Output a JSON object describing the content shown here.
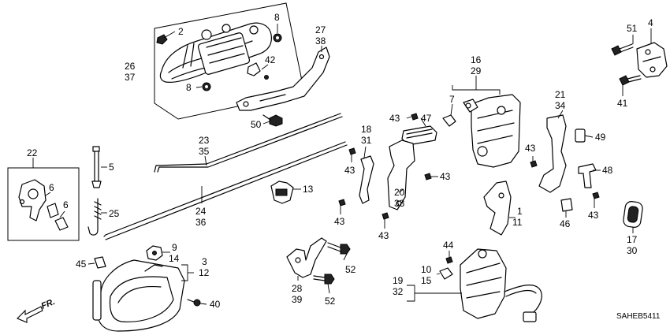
{
  "labels": {
    "n2": "2",
    "n8a": "8",
    "n8b": "8",
    "n42": "42",
    "n26": "26",
    "n37": "37",
    "n27": "27",
    "n38": "38",
    "n50": "50",
    "n51": "51",
    "n4": "4",
    "n41": "41",
    "n16": "16",
    "n29": "29",
    "n7": "7",
    "n43a": "43",
    "n47": "47",
    "n18": "18",
    "n31": "31",
    "n43b": "43",
    "n43c": "43",
    "n20": "20",
    "n33": "33",
    "n43d": "43",
    "n43e": "43",
    "n21": "21",
    "n34": "34",
    "n49": "49",
    "n43f": "43",
    "n48": "48",
    "n46": "46",
    "n43g": "43",
    "n17": "17",
    "n30": "30",
    "n1": "1",
    "n11": "11",
    "n22": "22",
    "n5": "5",
    "n6a": "6",
    "n6b": "6",
    "n25": "25",
    "n23": "23",
    "n35": "35",
    "n24": "24",
    "n36": "36",
    "n13": "13",
    "n9": "9",
    "n14": "14",
    "n3": "3",
    "n12": "12",
    "n45": "45",
    "n40": "40",
    "n28": "28",
    "n39": "39",
    "n52a": "52",
    "n52b": "52",
    "n44": "44",
    "n10": "10",
    "n15": "15",
    "n19": "19",
    "n32": "32"
  },
  "fr_label": "FR.",
  "diagram_code": "SAHEB5411"
}
